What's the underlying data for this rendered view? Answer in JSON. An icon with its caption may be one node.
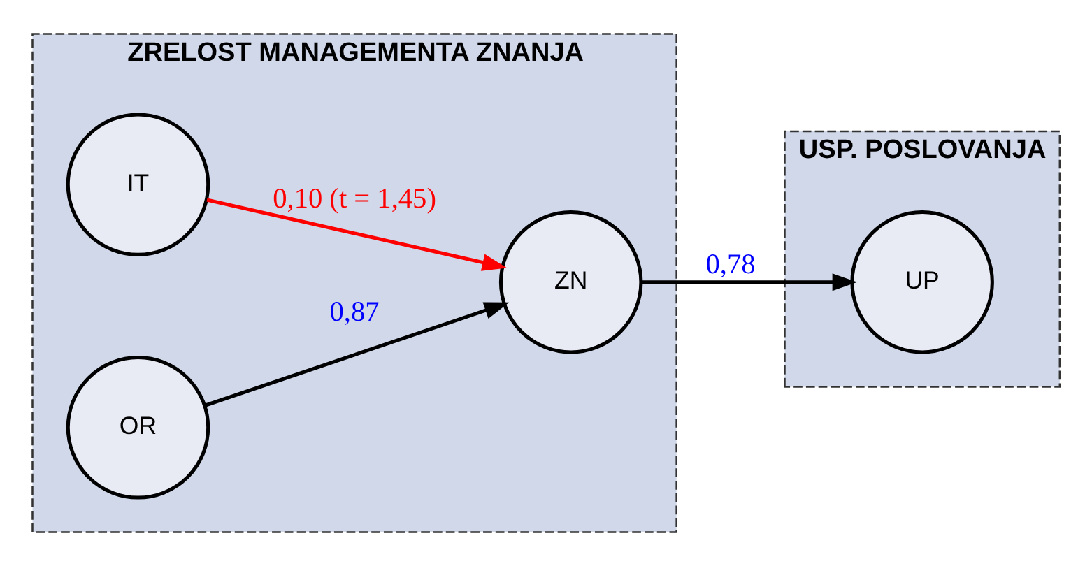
{
  "diagram": {
    "nodes": [
      {
        "text": [
          "ZRELOST MANAGEMENTA ZNANJA"
        ]
      },
      {
        "text": [
          "IT"
        ],
        "in": 0
      },
      {
        "text": [
          "OR"
        ],
        "in": 0
      },
      {
        "text": [
          "ZN"
        ],
        "in": 0
      },
      {
        "text": [
          "USP. POSLOVANJA"
        ]
      },
      {
        "text": [
          "UP"
        ],
        "in": 4
      }
    ],
    "edges": [
      {
        "from": 1,
        "to": 3,
        "arrow": "to",
        "label": "0,10 (t = 1,45)",
        "color": "#ff0000"
      },
      {
        "from": 2,
        "to": 3,
        "arrow": "to",
        "label": "0,87"
      },
      {
        "from": 3,
        "to": 5,
        "arrow": "to",
        "label": "0,78"
      }
    ]
  }
}
